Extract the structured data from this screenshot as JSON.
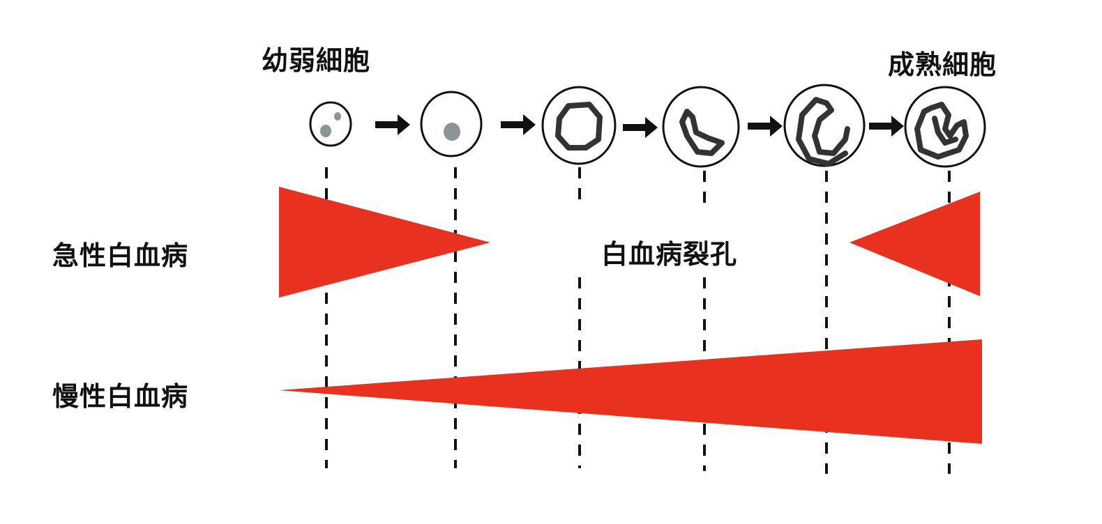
{
  "labels": {
    "immature": "幼弱細胞",
    "mature": "成熟細胞",
    "acute": "急性白血病",
    "chronic": "慢性白血病",
    "hiatus": "白血病裂孔"
  },
  "colors": {
    "accent": "#e8321f",
    "nucleus": "#333333",
    "nucleolus": "#8c9496"
  },
  "icons": [
    "cell-icon",
    "arrow-right-icon"
  ]
}
